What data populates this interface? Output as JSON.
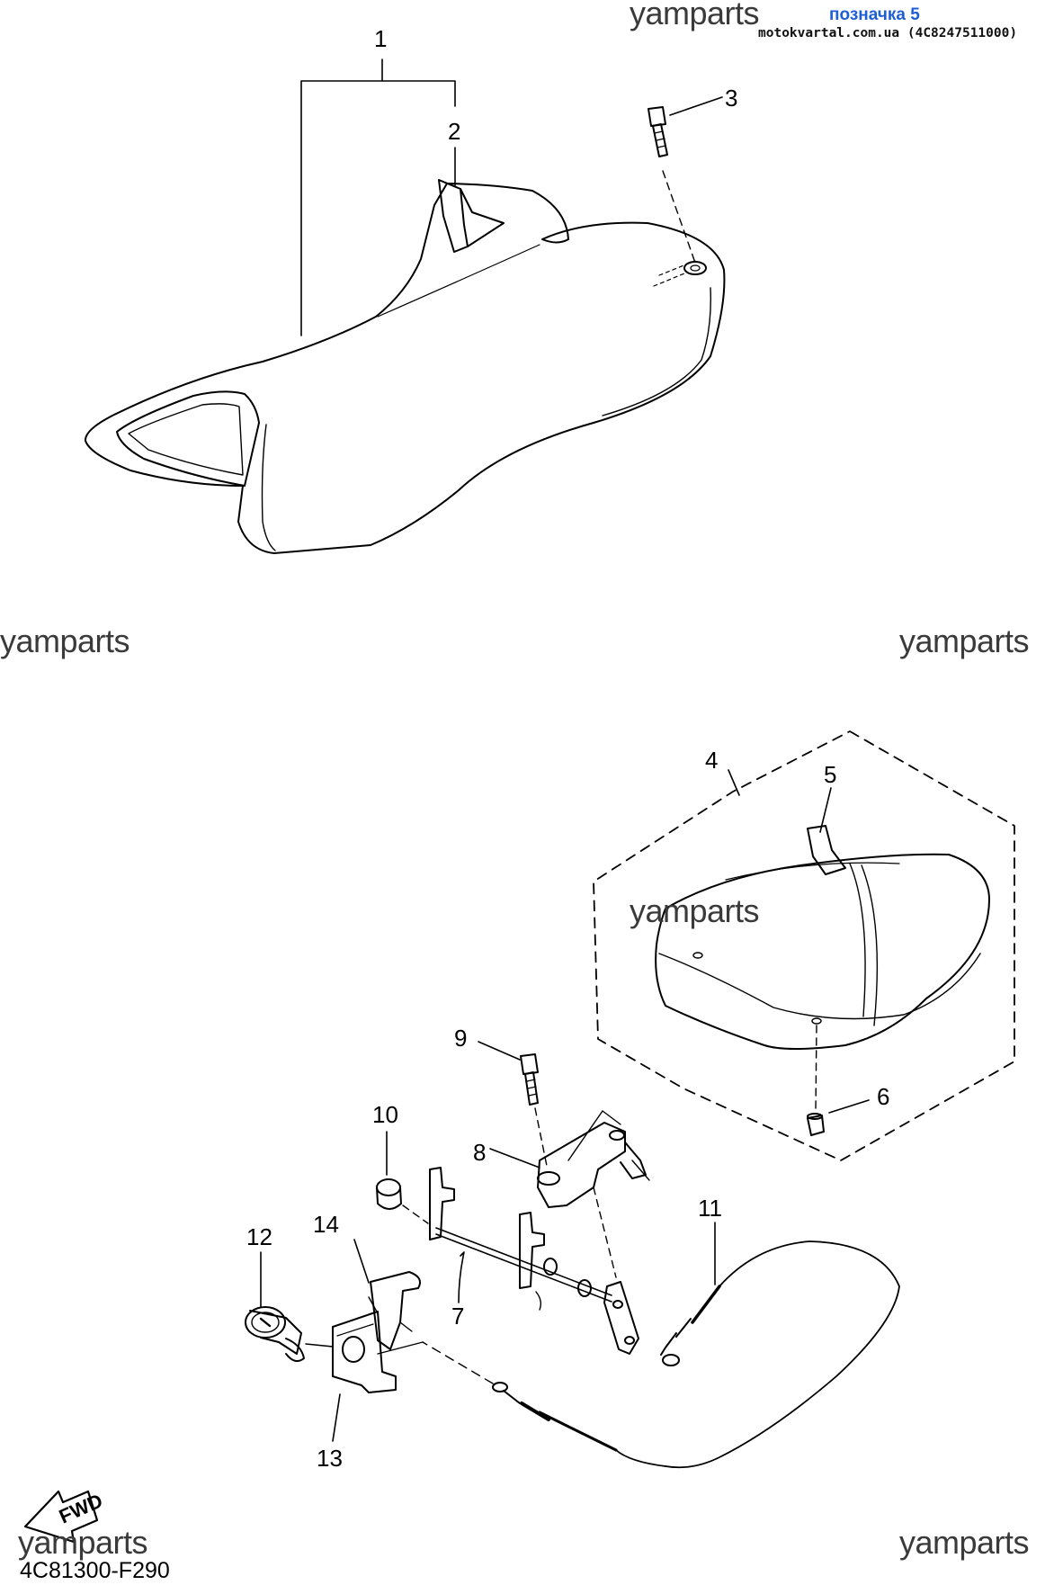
{
  "header": {
    "link_label": "позначка 5",
    "site_text": "motokvartal.com.ua (4C8247511000)"
  },
  "watermarks": [
    "yamparts",
    "yamparts",
    "yamparts",
    "yamparts",
    "yamparts",
    "yamparts"
  ],
  "callouts": [
    "1",
    "2",
    "3",
    "4",
    "5",
    "6",
    "7",
    "8",
    "9",
    "10",
    "11",
    "12",
    "13",
    "14"
  ],
  "fwd_label": "FWD",
  "diagram_code": "4C81300-F290",
  "colors": {
    "link": "#1f5fd6",
    "line": "#000000",
    "watermark": "#3a3a3a"
  }
}
